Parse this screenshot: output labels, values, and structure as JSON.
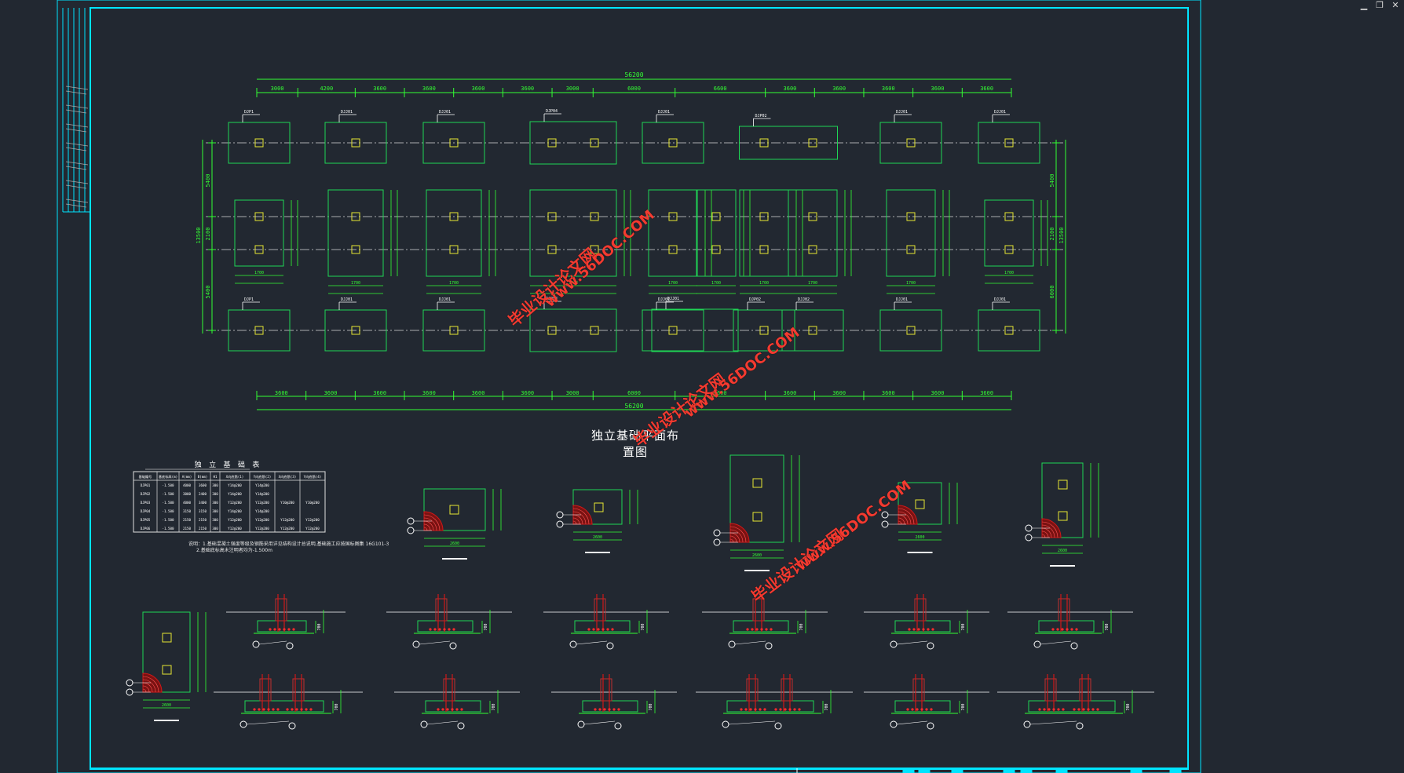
{
  "window": {
    "controls": [
      "▁",
      "❐",
      "✕"
    ]
  },
  "drawing": {
    "title": "独立基础平面布置图",
    "table_title": "独 立 基 础 表",
    "notes": [
      "说明：1.基础混凝土强度等级及钢筋采用详见结构设计总说明,基础施工应按国标图集 16G101-3",
      "2.基础底标高未注明者均为-1.500m"
    ],
    "top_total": "56200",
    "bottom_total": "56200",
    "top_spans": [
      "3000",
      "4200",
      "3600",
      "3600",
      "3600",
      "3600",
      "3000",
      "6000",
      "6600",
      "3600",
      "3600",
      "3600",
      "3600",
      "3600"
    ],
    "bottom_spans": [
      "3600",
      "3600",
      "3600",
      "3600",
      "3600",
      "3600",
      "3000",
      "6000",
      "6600",
      "3600",
      "3600",
      "3600",
      "3600",
      "3600"
    ],
    "left_dims": [
      "5400",
      "2100",
      "5400",
      "13500"
    ],
    "right_dims": [
      "5400",
      "2100",
      "6000",
      "13500"
    ],
    "col_labels": [
      "DJP1",
      "DJJ01",
      "DJJ01",
      "DJP04",
      "DJJ01",
      "DJJ01",
      "DJP02",
      "DJJ02",
      "DJJ01",
      "DJJ01"
    ],
    "table_header": [
      "基础编号",
      "基底标高(m)",
      "A(mm)",
      "B(mm)",
      "H1",
      "X向底筋(1)",
      "Y向底筋(2)",
      "X向底筋(3)",
      "Y向底筋(4)"
    ],
    "table_rows": [
      [
        "DJP01",
        "-1.500",
        "4000",
        "3600",
        "300",
        "Y14@200",
        "Y14@200",
        "",
        ""
      ],
      [
        "DJP02",
        "-1.500",
        "3000",
        "2400",
        "300",
        "Y14@200",
        "Y14@200",
        "",
        ""
      ],
      [
        "DJP03",
        "-1.500",
        "4000",
        "3400",
        "300",
        "Y12@200",
        "Y12@200",
        "Y10@200",
        "Y10@200"
      ],
      [
        "DJP04",
        "-1.500",
        "3150",
        "3150",
        "300",
        "Y14@200",
        "Y14@200",
        "",
        ""
      ],
      [
        "DJP05",
        "-1.500",
        "2150",
        "2150",
        "300",
        "Y12@200",
        "Y12@200",
        "Y12@200",
        "Y12@200"
      ],
      [
        "DJP06",
        "-1.500",
        "2150",
        "2150",
        "300",
        "Y12@200",
        "Y12@200",
        "Y12@200",
        "Y12@200"
      ]
    ]
  },
  "watermarks": [
    {
      "cn": "毕业设计论文网",
      "url": "www.56DOC.COM"
    },
    {
      "cn": "毕业设计论文网",
      "url": "www.56DOC.COM"
    },
    {
      "cn": "毕业设计论文网",
      "url": "www.56DOC.COM"
    }
  ],
  "colors": {
    "background": "#222831",
    "border": "#00e5ff",
    "footing": "#1fd655",
    "dimension": "#33ff33",
    "column": "#e6e634",
    "axis": "#d9d9d9",
    "rebar": "#d01818",
    "watermark": "#ff3b30"
  }
}
